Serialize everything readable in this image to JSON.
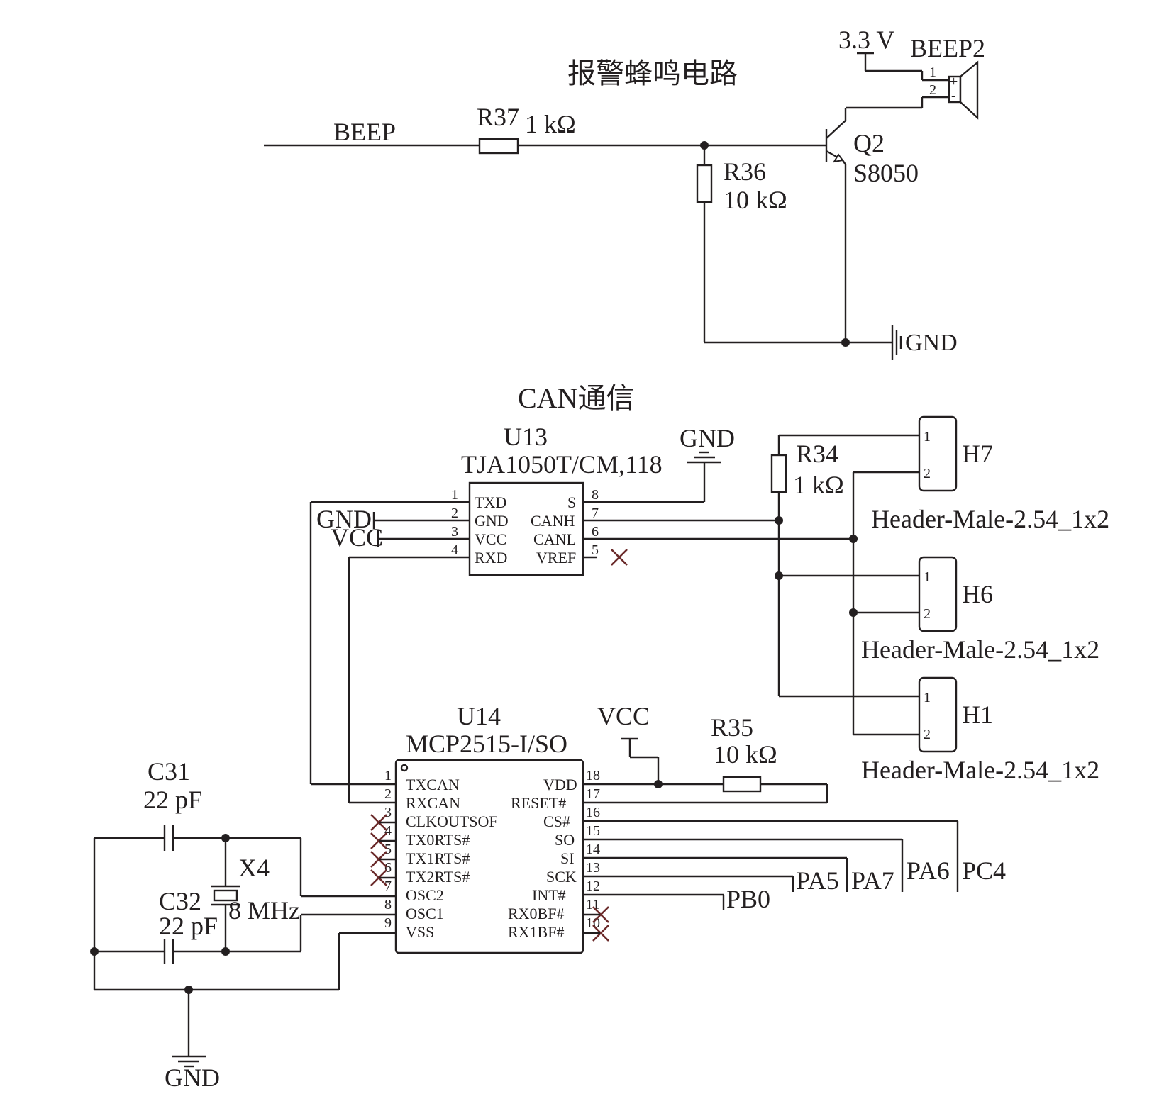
{
  "titles": {
    "beep_circuit": "报警蜂鸣电路",
    "can_comm": "CAN通信"
  },
  "beep": {
    "net_label": "BEEP",
    "r37": {
      "ref": "R37",
      "value": "1 kΩ"
    },
    "r36": {
      "ref": "R36",
      "value": "10 kΩ"
    },
    "q2": {
      "ref": "Q2",
      "part": "S8050"
    },
    "supply": "3.3 V",
    "buzzer": {
      "ref": "BEEP2",
      "pins": [
        "1",
        "2"
      ],
      "plus": "+",
      "minus": "-"
    },
    "gnd": "GND"
  },
  "u13": {
    "ref": "U13",
    "part": "TJA1050T/CM,118",
    "left_pins": [
      {
        "num": "1",
        "name": "TXD"
      },
      {
        "num": "2",
        "name": "GND"
      },
      {
        "num": "3",
        "name": "VCC"
      },
      {
        "num": "4",
        "name": "RXD"
      }
    ],
    "right_pins": [
      {
        "num": "8",
        "name": "S"
      },
      {
        "num": "7",
        "name": "CANH"
      },
      {
        "num": "6",
        "name": "CANL"
      },
      {
        "num": "5",
        "name": "VREF"
      }
    ],
    "gnd_label": "GND",
    "vcc_label": "VCC",
    "s_gnd_label": "GND"
  },
  "r34": {
    "ref": "R34",
    "value": "1 kΩ"
  },
  "headers": [
    {
      "ref": "H7",
      "type": "Header-Male-2.54_1x2",
      "pins": [
        "1",
        "2"
      ]
    },
    {
      "ref": "H6",
      "type": "Header-Male-2.54_1x2",
      "pins": [
        "1",
        "2"
      ]
    },
    {
      "ref": "H1",
      "type": "Header-Male-2.54_1x2",
      "pins": [
        "1",
        "2"
      ]
    }
  ],
  "u14": {
    "ref": "U14",
    "part": "MCP2515-I/SO",
    "left_pins": [
      {
        "num": "1",
        "name": "TXCAN"
      },
      {
        "num": "2",
        "name": "RXCAN"
      },
      {
        "num": "3",
        "name": "CLKOUTSOF"
      },
      {
        "num": "4",
        "name": "TX0RTS#"
      },
      {
        "num": "5",
        "name": "TX1RTS#"
      },
      {
        "num": "6",
        "name": "TX2RTS#"
      },
      {
        "num": "7",
        "name": "OSC2"
      },
      {
        "num": "8",
        "name": "OSC1"
      },
      {
        "num": "9",
        "name": "VSS"
      }
    ],
    "right_pins": [
      {
        "num": "18",
        "name": "VDD"
      },
      {
        "num": "17",
        "name": "RESET#"
      },
      {
        "num": "16",
        "name": "CS#"
      },
      {
        "num": "15",
        "name": "SO"
      },
      {
        "num": "14",
        "name": "SI"
      },
      {
        "num": "13",
        "name": "SCK"
      },
      {
        "num": "12",
        "name": "INT#"
      },
      {
        "num": "11",
        "name": "RX0BF#"
      },
      {
        "num": "10",
        "name": "RX1BF#"
      }
    ],
    "vcc_label": "VCC"
  },
  "r35": {
    "ref": "R35",
    "value": "10 kΩ"
  },
  "nets": {
    "cs": "PC4",
    "so": "PA6",
    "si": "PA7",
    "sck": "PA5",
    "int": "PB0"
  },
  "c31": {
    "ref": "C31",
    "value": "22 pF"
  },
  "c32": {
    "ref": "C32",
    "value": "22 pF"
  },
  "x4": {
    "ref": "X4",
    "value": "8 MHz"
  },
  "osc_gnd": "GND"
}
